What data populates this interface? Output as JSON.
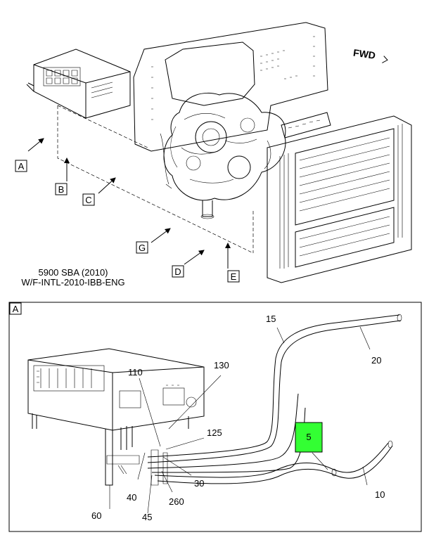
{
  "top_view": {
    "fwd_label": "FWD",
    "caption_line1": "5900 SBA (2010)",
    "caption_line2": "W/F-INTL-2010-IBB-ENG",
    "view_markers": [
      "A",
      "B",
      "C",
      "G",
      "D",
      "E"
    ]
  },
  "detail_view": {
    "frame_label": "A",
    "callouts": {
      "c15": "15",
      "c20": "20",
      "c110": "110",
      "c130": "130",
      "c125": "125",
      "c5": "5",
      "c30": "30",
      "c40": "40",
      "c260": "260",
      "c10": "10",
      "c60": "60",
      "c45": "45"
    },
    "highlight_color": "#33ff33"
  }
}
